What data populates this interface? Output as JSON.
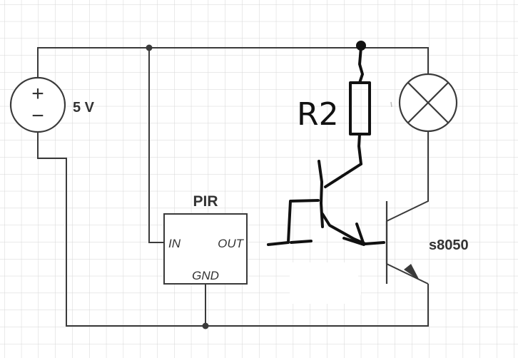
{
  "source": {
    "label": "5 V",
    "plus": "+",
    "minus": "−"
  },
  "pir": {
    "title": "PIR",
    "pin_in": "IN",
    "pin_out": "OUT",
    "pin_gnd": "GND"
  },
  "resistor": {
    "label": "R2"
  },
  "transistor": {
    "label": "s8050"
  },
  "colors": {
    "wire": "#3a3a3a",
    "grid": "#d6d6d6",
    "ink": "#111111",
    "background": "#ffffff"
  }
}
